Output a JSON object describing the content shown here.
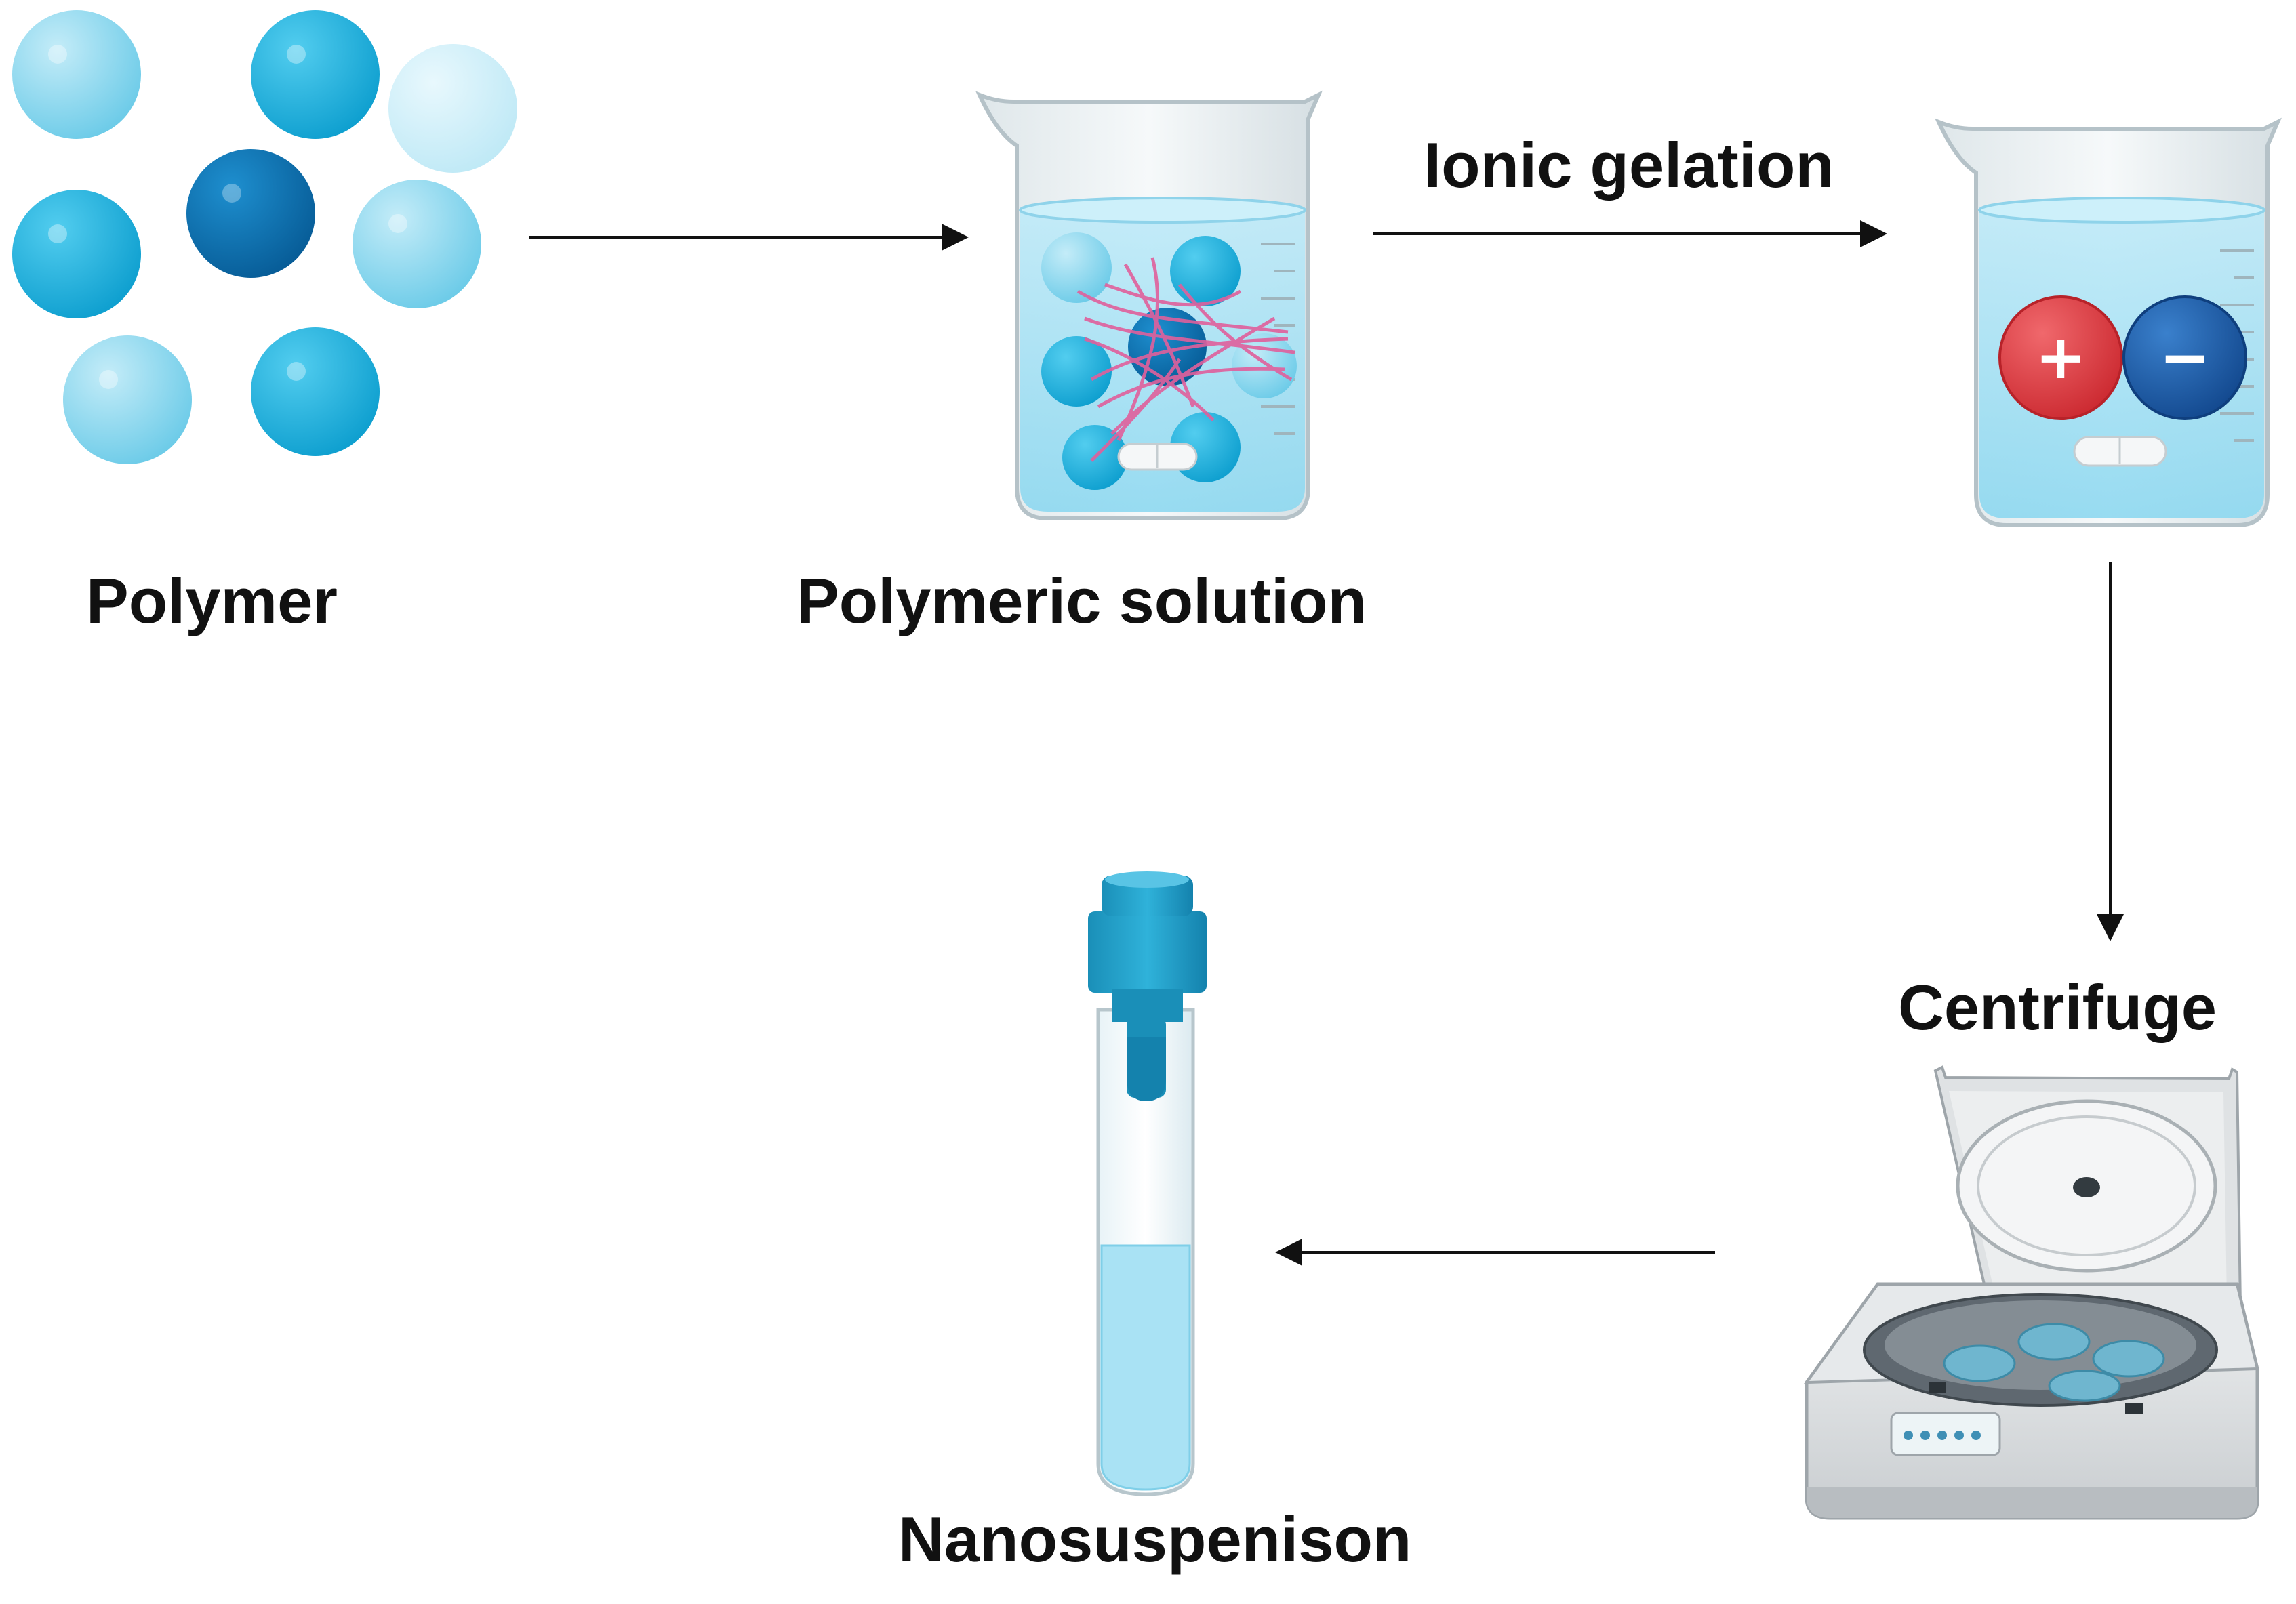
{
  "labels": {
    "polymer": "Polymer",
    "polymeric_solution": "Polymeric solution",
    "ionic_gelation": "Ionic gelation",
    "centrifuge": "Centrifuge",
    "nanosuspension": "Nanosuspenison"
  },
  "charges": {
    "positive": "+",
    "negative": "−"
  },
  "colors": {
    "sphere_light": "#8ed6ee",
    "sphere_mid": "#1ab4dc",
    "sphere_dark": "#0b73b3",
    "water": "#a9e2f4",
    "fibers": "#e0609c",
    "positive_ion": "#e0393f",
    "negative_ion": "#1c5fae",
    "arrow": "#111111"
  }
}
